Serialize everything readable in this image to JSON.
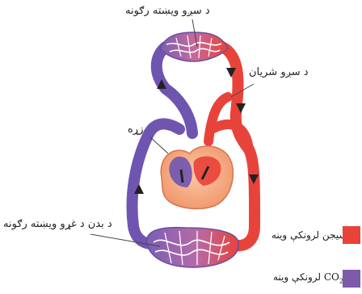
{
  "labels": {
    "lung_capillaries": "د سږو ویښته رګونه",
    "pulmonary_artery": "د سږو شریان",
    "heart": "زړه",
    "body_capillaries": "د بدن د غړو ویښته رګونه"
  },
  "legend": [
    {
      "text": "اکسیجن لرونکې وینه",
      "color": "#e8433a"
    },
    {
      "text": "لرونکې وینه",
      "formula_main": "CO",
      "formula_sub": "2",
      "color": "#7e5aa8"
    }
  ],
  "colors": {
    "oxygenated": "#e8433a",
    "deoxygenated": "#6f55b0",
    "heart_base": "#f4a582"
  }
}
